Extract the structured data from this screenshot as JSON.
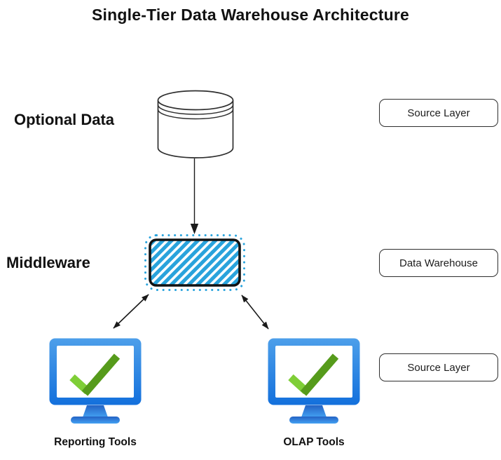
{
  "title": "Single-Tier Data Warehouse Architecture",
  "row_labels": {
    "optional_data": "Optional Data",
    "middleware": "Middleware"
  },
  "layer_boxes": [
    {
      "label": "Source Layer"
    },
    {
      "label": "Data Warehouse"
    },
    {
      "label": "Source Layer"
    }
  ],
  "tool_labels": {
    "reporting": "Reporting Tools",
    "olap": "OLAP Tools"
  },
  "icons": {
    "database": "database-cylinder-icon",
    "middleware": "hatched-rectangle-node",
    "monitor": "monitor-with-checkmark-icon",
    "down_arrow": "arrow-down",
    "bi_arrow": "double-headed-arrow"
  },
  "colors": {
    "stripe_blue": "#29A3DC",
    "outline": "#1a1a1a",
    "shape_stroke": "#2f2f2f",
    "monitor_blue_top": "#4D9FEA",
    "monitor_blue_bottom": "#1370DC",
    "stand_blue_top": "#2463C4",
    "stand_blue_bottom": "#43A0F2",
    "check_light_green": "#7FCE37",
    "check_dark_green": "#569B1B"
  }
}
